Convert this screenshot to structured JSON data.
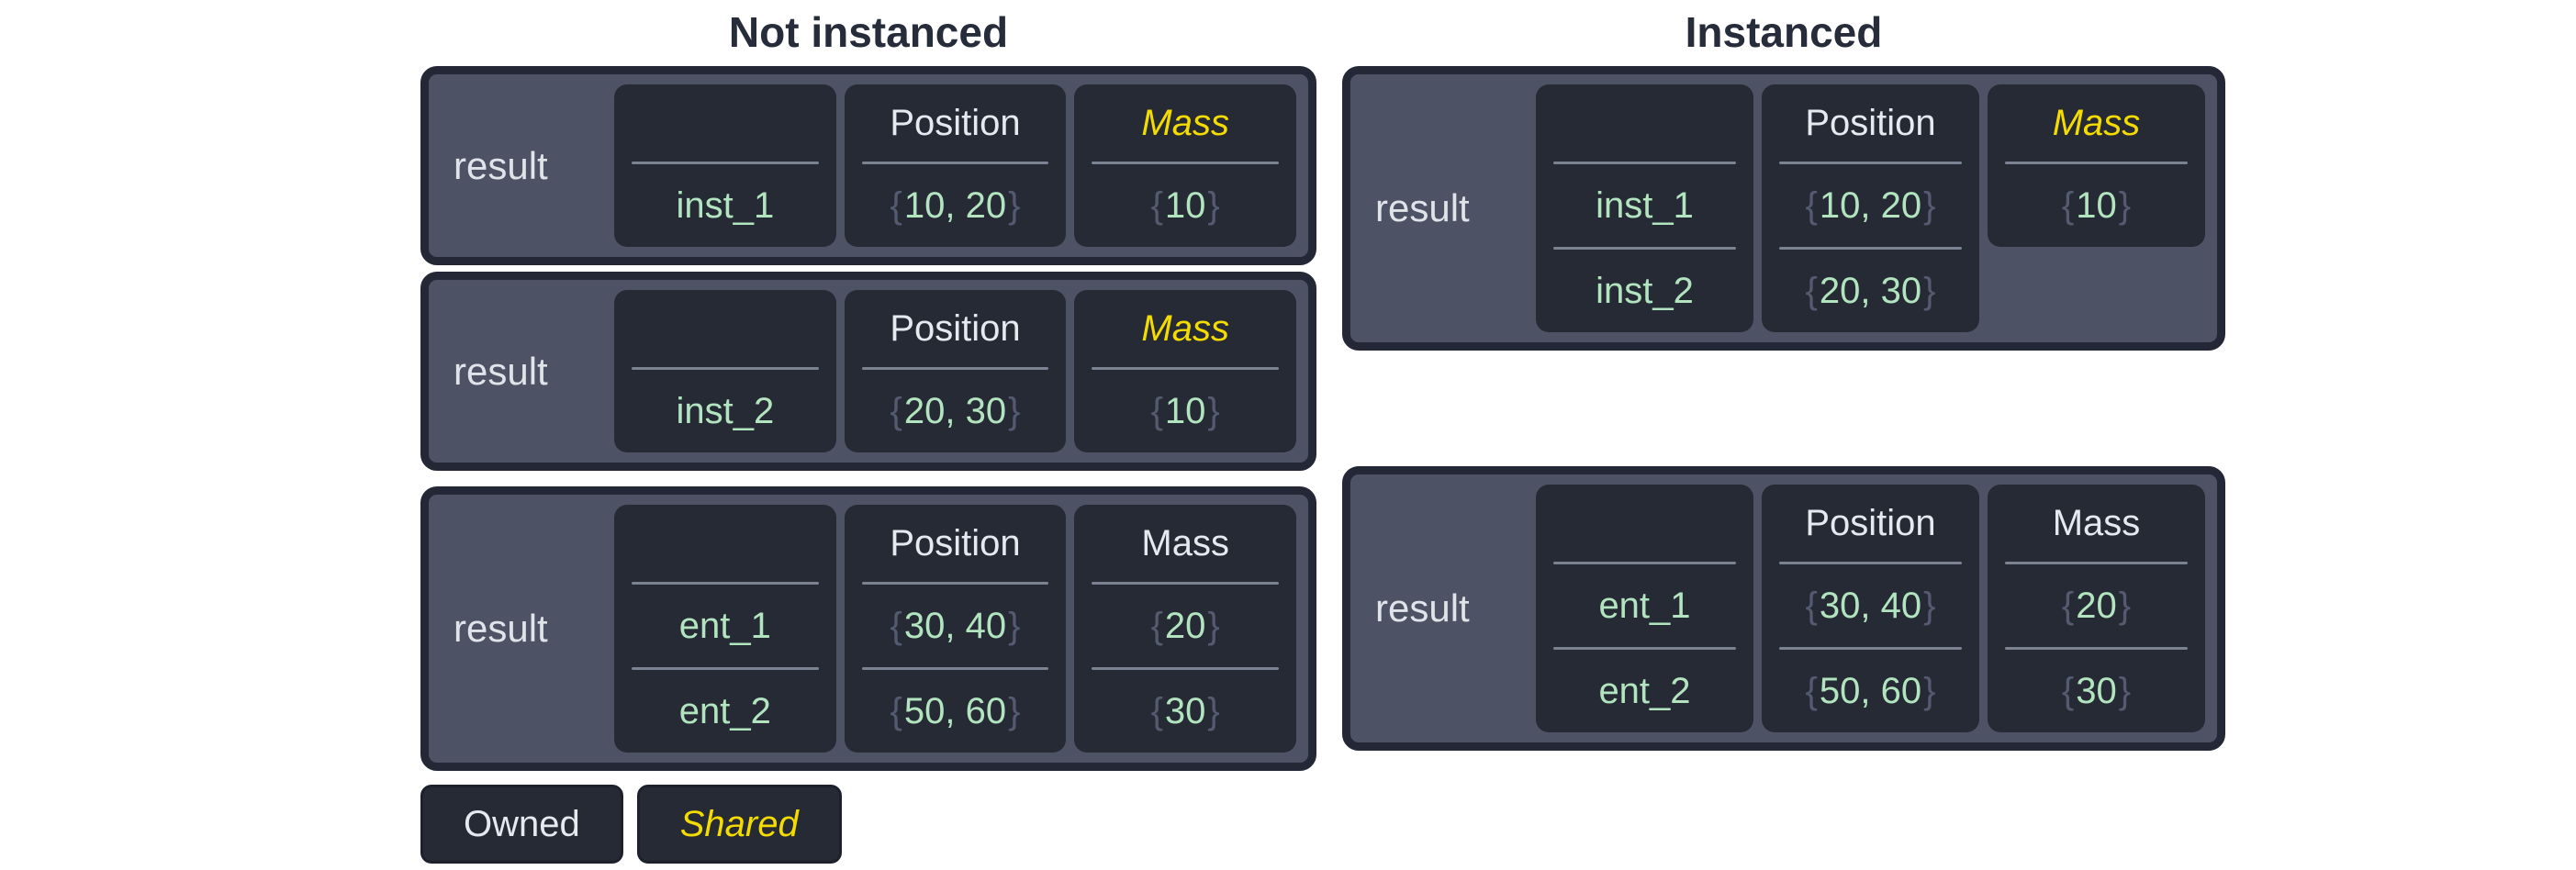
{
  "colors": {
    "page_background": "#ffffff",
    "box_background": "#4d5364",
    "box_border": "#242836",
    "cell_background": "#262a35",
    "light_text": "#e6e9ef",
    "value_green": "#b2e5bf",
    "brace_gray": "#545b70",
    "shared_yellow": "#f5dc00",
    "divider_gray": "#7b8292",
    "title_color": "#262c3a"
  },
  "columns": [
    {
      "id": "not-instanced",
      "title": "Not instanced",
      "boxes": [
        {
          "label": "result",
          "cells": [
            {
              "header": "",
              "shared": false,
              "values": [
                {
                  "text": "inst_1",
                  "braced": false
                }
              ]
            },
            {
              "header": "Position",
              "shared": false,
              "values": [
                {
                  "text": "10, 20",
                  "braced": true
                }
              ]
            },
            {
              "header": "Mass",
              "shared": true,
              "values": [
                {
                  "text": "10",
                  "braced": true
                }
              ]
            }
          ]
        },
        {
          "label": "result",
          "cells": [
            {
              "header": "",
              "shared": false,
              "values": [
                {
                  "text": "inst_2",
                  "braced": false
                }
              ]
            },
            {
              "header": "Position",
              "shared": false,
              "values": [
                {
                  "text": "20, 30",
                  "braced": true
                }
              ]
            },
            {
              "header": "Mass",
              "shared": true,
              "values": [
                {
                  "text": "10",
                  "braced": true
                }
              ]
            }
          ]
        },
        {
          "label": "result",
          "cells": [
            {
              "header": "",
              "shared": false,
              "values": [
                {
                  "text": "ent_1",
                  "braced": false
                },
                {
                  "text": "ent_2",
                  "braced": false
                }
              ]
            },
            {
              "header": "Position",
              "shared": false,
              "values": [
                {
                  "text": "30, 40",
                  "braced": true
                },
                {
                  "text": "50, 60",
                  "braced": true
                }
              ]
            },
            {
              "header": "Mass",
              "shared": false,
              "values": [
                {
                  "text": "20",
                  "braced": true
                },
                {
                  "text": "30",
                  "braced": true
                }
              ]
            }
          ]
        }
      ],
      "legend": [
        {
          "label": "Owned",
          "shared": false
        },
        {
          "label": "Shared",
          "shared": true
        }
      ]
    },
    {
      "id": "instanced",
      "title": "Instanced",
      "boxes": [
        {
          "label": "result",
          "cells": [
            {
              "header": "",
              "shared": false,
              "values": [
                {
                  "text": "inst_1",
                  "braced": false
                },
                {
                  "text": "inst_2",
                  "braced": false
                }
              ]
            },
            {
              "header": "Position",
              "shared": false,
              "values": [
                {
                  "text": "10, 20",
                  "braced": true
                },
                {
                  "text": "20, 30",
                  "braced": true
                }
              ]
            },
            {
              "header": "Mass",
              "shared": true,
              "values": [
                {
                  "text": "10",
                  "braced": true
                }
              ]
            }
          ]
        },
        {
          "label": "result",
          "cells": [
            {
              "header": "",
              "shared": false,
              "values": [
                {
                  "text": "ent_1",
                  "braced": false
                },
                {
                  "text": "ent_2",
                  "braced": false
                }
              ]
            },
            {
              "header": "Position",
              "shared": false,
              "values": [
                {
                  "text": "30, 40",
                  "braced": true
                },
                {
                  "text": "50, 60",
                  "braced": true
                }
              ]
            },
            {
              "header": "Mass",
              "shared": false,
              "values": [
                {
                  "text": "20",
                  "braced": true
                },
                {
                  "text": "30",
                  "braced": true
                }
              ]
            }
          ]
        }
      ],
      "legend": []
    }
  ]
}
